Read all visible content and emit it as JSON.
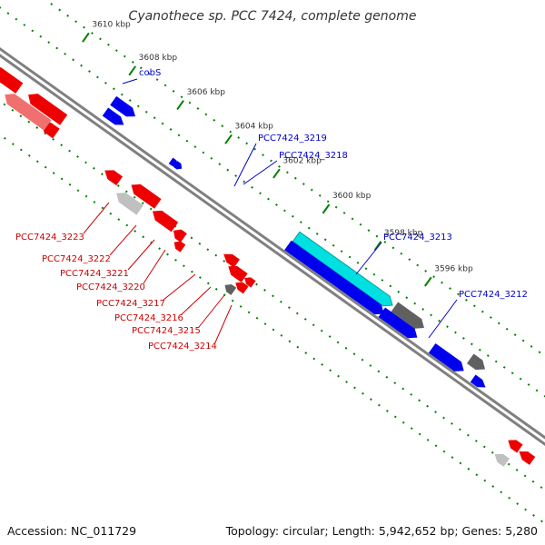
{
  "title": "Cyanothece sp. PCC 7424, complete genome",
  "footer": {
    "accession_label": "Accession:",
    "accession": "NC_011729",
    "summary": "Topology: circular; Length: 5,942,652 bp; Genes: 5,280"
  },
  "colors": {
    "forward": "#0000ee",
    "reverse": "#ee0000",
    "highlight": "#00e0e0",
    "rna": "#c0c0c0",
    "pseudo": "#606060",
    "backbone": "#808080",
    "ruler": "#008000",
    "forward_label": "#0000cc",
    "reverse_label": "#cc0000"
  },
  "ticks": [
    {
      "kbp": 3610,
      "label": "3610 kbp"
    },
    {
      "kbp": 3608,
      "label": "3608 kbp"
    },
    {
      "kbp": 3606,
      "label": "3606 kbp"
    },
    {
      "kbp": 3604,
      "label": "3604 kbp"
    },
    {
      "kbp": 3602,
      "label": "3602 kbp"
    },
    {
      "kbp": 3600,
      "label": "3600 kbp"
    },
    {
      "kbp": 3598,
      "label": "3598 kbp"
    },
    {
      "kbp": 3596,
      "label": "3596 kbp"
    }
  ],
  "forward_labels": [
    "cobS",
    "PCC7424_3219",
    "PCC7424_3218",
    "PCC7424_3213",
    "PCC7424_3212"
  ],
  "reverse_labels": [
    "PCC7424_3223",
    "PCC7424_3222",
    "PCC7424_3221",
    "PCC7424_3220",
    "PCC7424_3217",
    "PCC7424_3216",
    "PCC7424_3215",
    "PCC7424_3214"
  ]
}
